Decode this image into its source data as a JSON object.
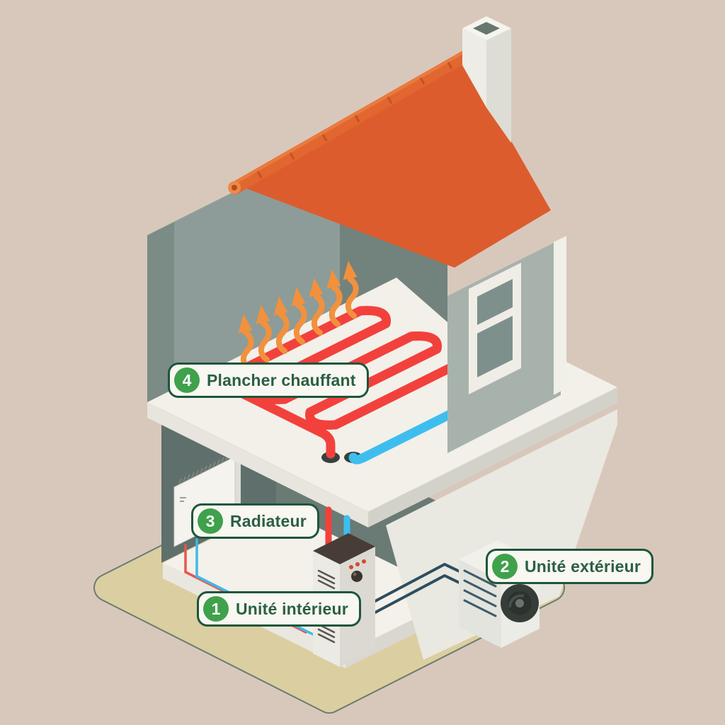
{
  "diagram": {
    "subject": "Schéma pompe à chaleur dans une maison (vue isométrique en coupe)",
    "labels": [
      {
        "number": "1",
        "text": "Unité intérieur"
      },
      {
        "number": "2",
        "text": "Unité extérieur"
      },
      {
        "number": "3",
        "text": "Radiateur"
      },
      {
        "number": "4",
        "text": "Plancher chauffant"
      }
    ],
    "icons": [
      "house-cutaway-icon",
      "roof-icon",
      "chimney-icon",
      "window-icon",
      "radiator-icon",
      "indoor-heat-pump-unit-icon",
      "outdoor-heat-pump-unit-icon",
      "underfloor-heating-coil-icon",
      "heat-arrows-icon"
    ],
    "colors": {
      "background": "#D8C8BB",
      "ground": "#DBCEA1",
      "roof_orange": "#DD5C2D",
      "ridge_tile": "#E1662F",
      "label_circle_green": "#3FA14B",
      "label_border_green": "#1D5639",
      "label_text_green": "#2C5F40",
      "hot_water_pipe_red": "#F2413C",
      "cold_water_pipe_blue": "#3DBEEF",
      "heat_arrow_orange": "#F2913D",
      "refrigerant_pipe_navy": "#2E4D60",
      "wall_grey_light": "#8D9C98",
      "wall_grey_dark": "#72827C",
      "floor_white": "#F2F0E9"
    }
  }
}
